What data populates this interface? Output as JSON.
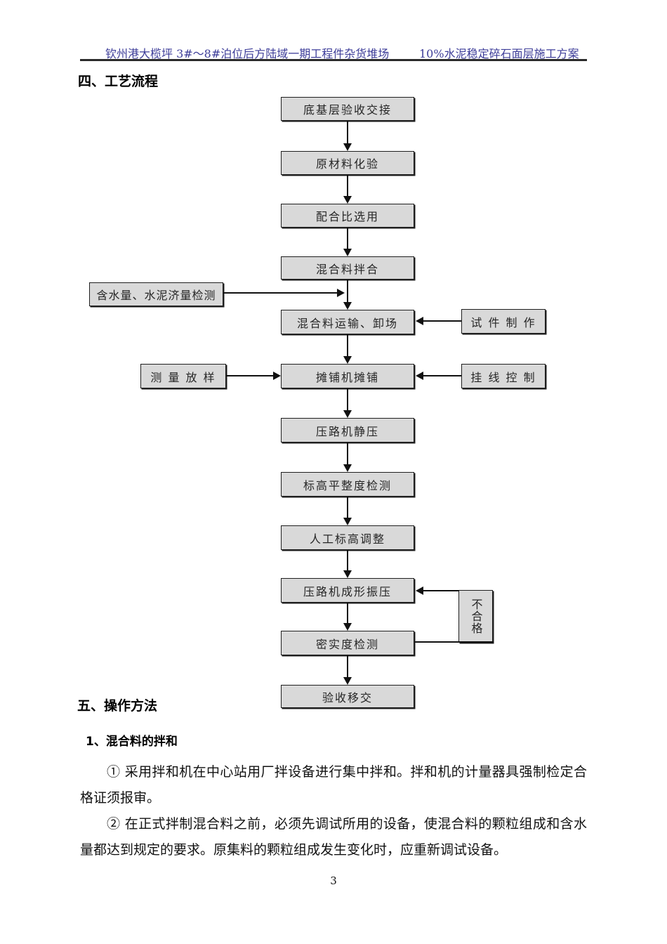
{
  "header": {
    "left": "钦州港大榄坪 3#～8#泊位后方陆域一期工程件杂货堆场",
    "right": "10%水泥稳定碎石面层施工方案"
  },
  "sections": {
    "s4_title": "四、工艺流程",
    "s5_title": "五、操作方法",
    "s5_1_title": "1、混合料的拌和"
  },
  "flowchart": {
    "main": [
      "底基层验收交接",
      "原材料化验",
      "配合比选用",
      "混合料拌合",
      "混合料运输、卸场",
      "摊铺机摊铺",
      "压路机静压",
      "标高平整度检测",
      "人工标高调整",
      "压路机成形振压",
      "密实度检测",
      "验收移交"
    ],
    "side": {
      "moisture_cement_check": "含水量、水泥济量检测",
      "specimen_making": "试 件 制 作",
      "survey_layout": "测 量 放 样",
      "line_control": "挂 线 控 制",
      "fail": "不合格"
    }
  },
  "paragraphs": {
    "p1": "① 采用拌和机在中心站用厂拌设备进行集中拌和。拌和机的计量器具强制检定合格证须报审。",
    "p2": "② 在正式拌制混合料之前，必须先调试所用的设备，使混合料的颗粒组成和含水量都达到规定的要求。原集料的颗粒组成发生变化时，应重新调试设备。"
  },
  "footer": {
    "page_number": "3"
  },
  "colors": {
    "header_text": "#3d3d99",
    "box_fill": "#d9d9d9",
    "box_border": "#1f1f1f",
    "flow_line": "#111111"
  }
}
